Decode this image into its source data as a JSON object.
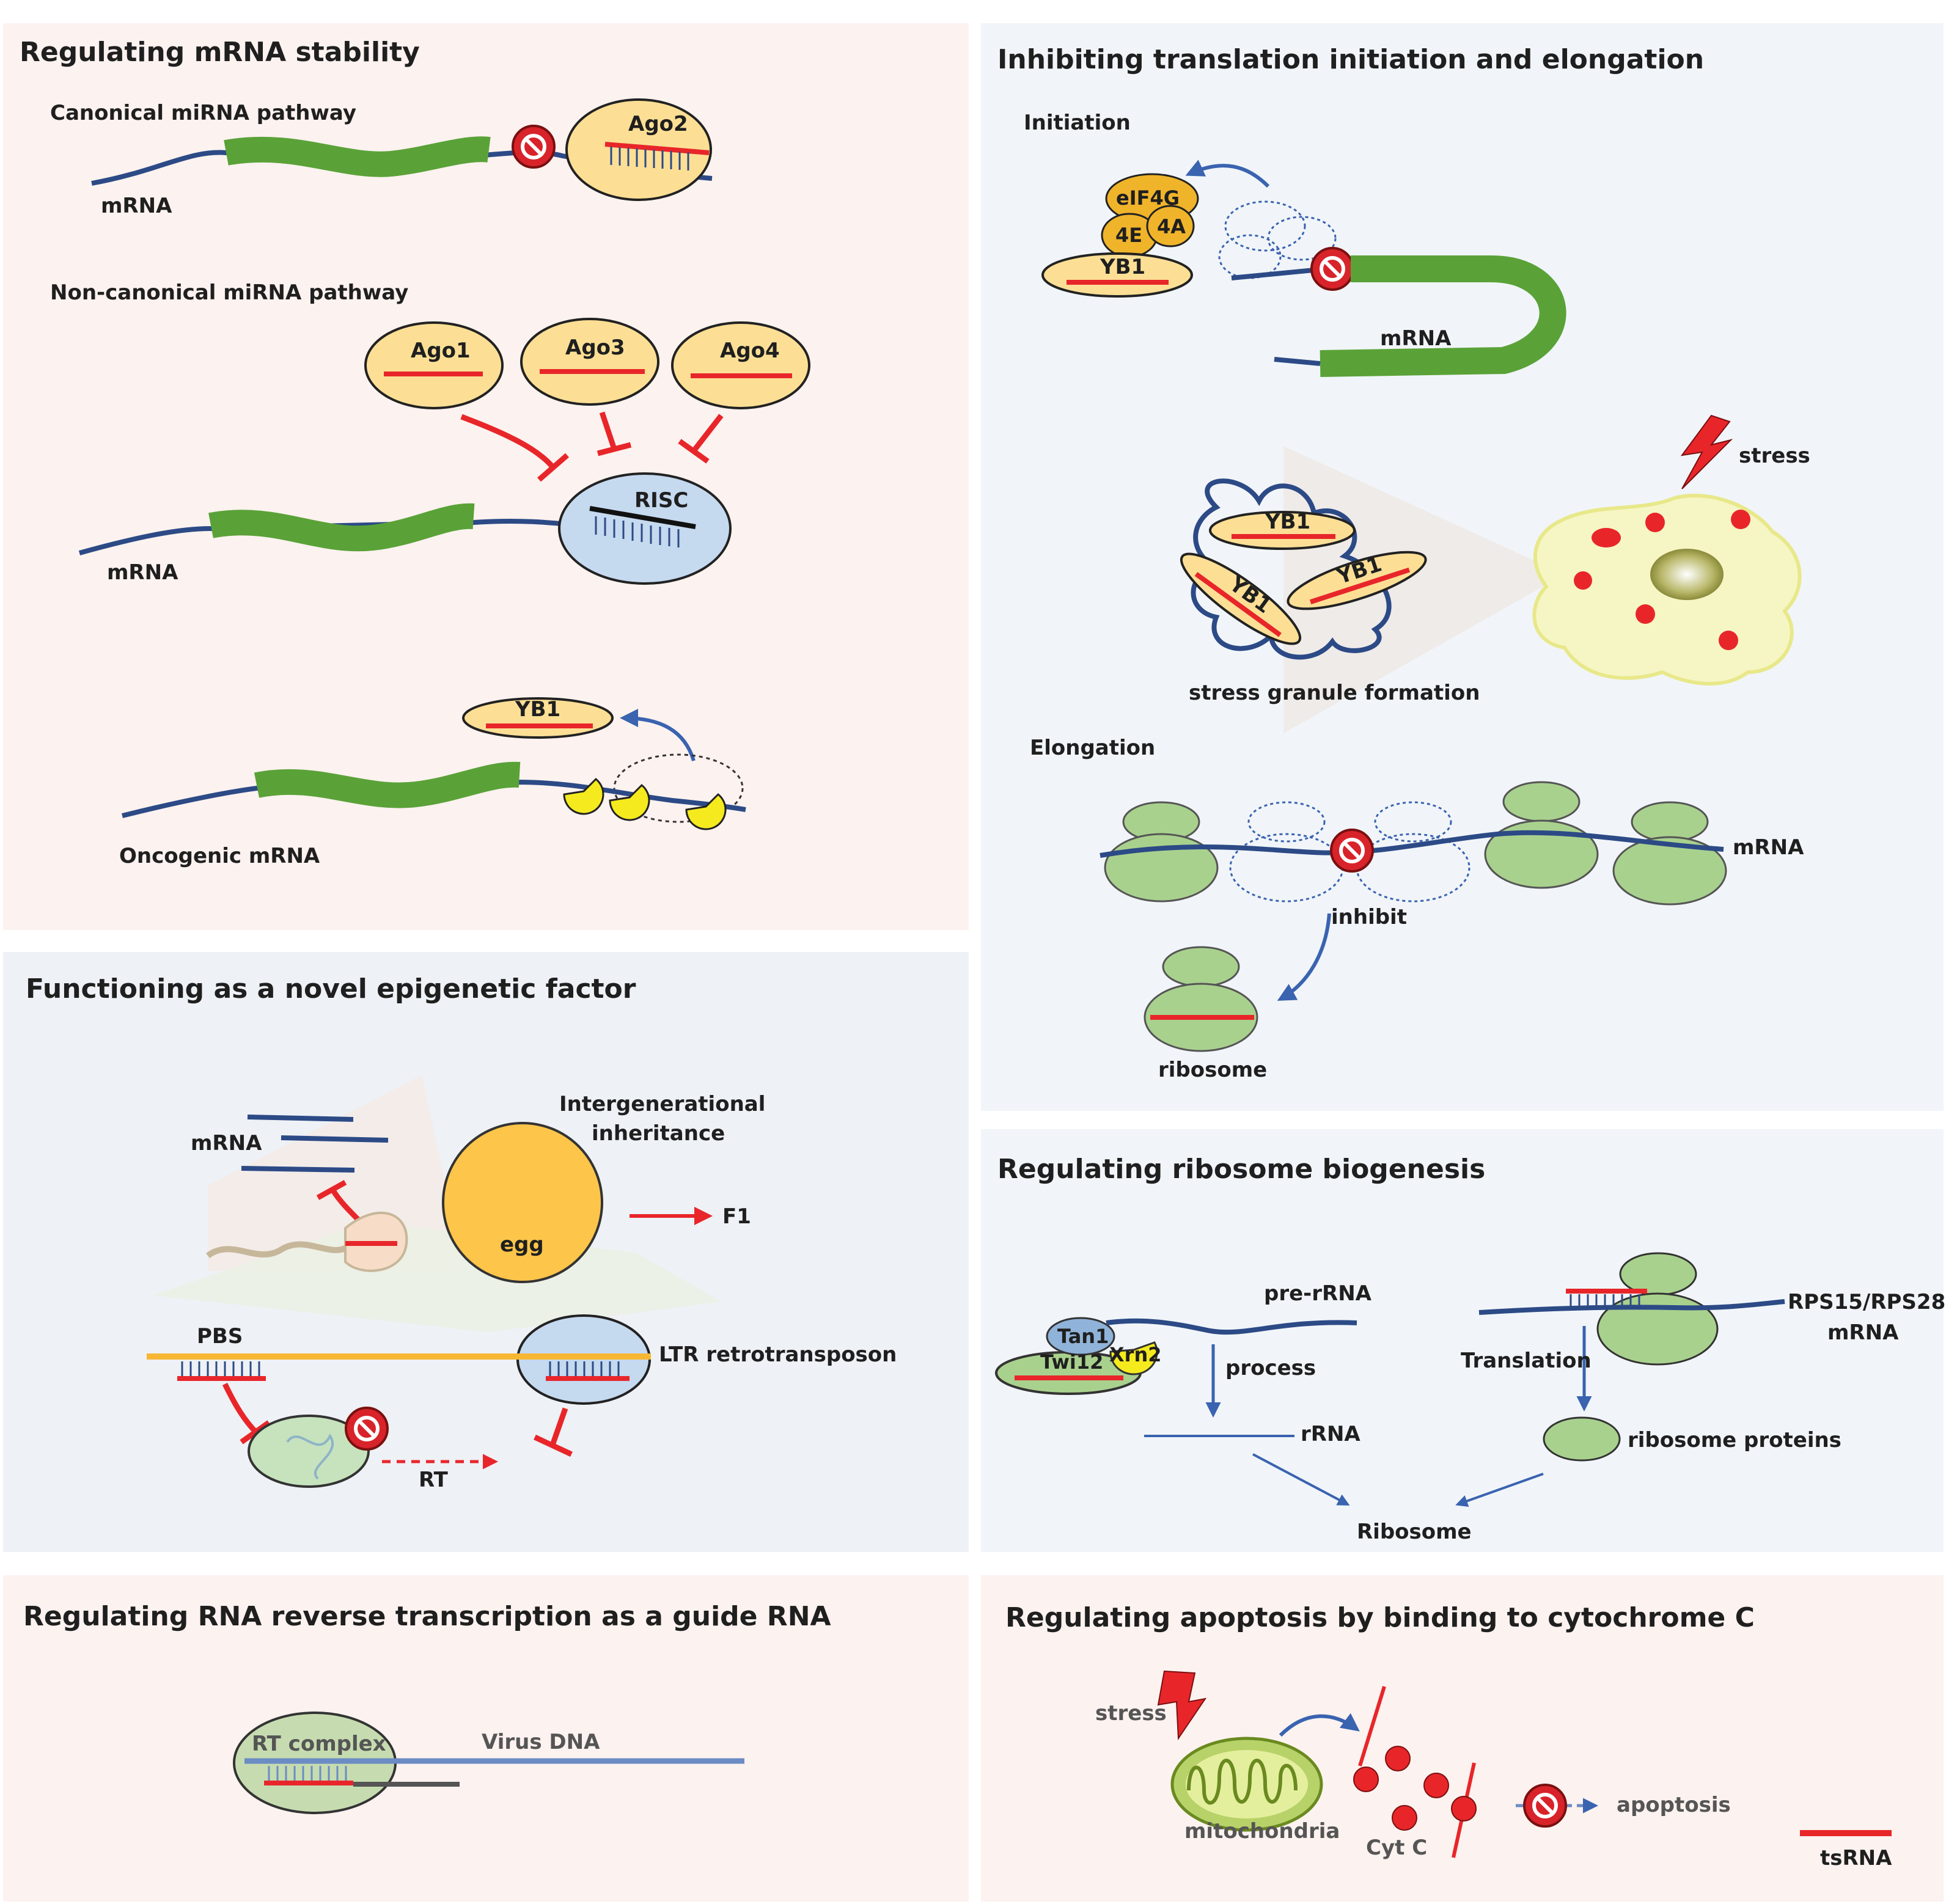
{
  "colors": {
    "panel_pink": "#fcf2ef",
    "panel_blue": "#f1f5f9",
    "panel_gray": "#eef1f5",
    "mrna_blue": "#2c4a86",
    "gene_green": "#5aa238",
    "tsrna_red": "#e8262a",
    "protein_yellow": "#fcdf95",
    "complex_orange": "#f0b42b",
    "risc_blue": "#c5d9ef",
    "ribosome_green": "#a9d18e"
  },
  "panel1": {
    "title": "Regulating mRNA stability",
    "canonical": "Canonical miRNA pathway",
    "mrna": "mRNA",
    "ago2": "Ago2",
    "noncanonical": "Non-canonical miRNA pathway",
    "ago1": "Ago1",
    "ago3": "Ago3",
    "ago4": "Ago4",
    "risc": "RISC",
    "mrna2": "mRNA",
    "yb1": "YB1",
    "oncogenic": "Oncogenic mRNA"
  },
  "panel2": {
    "title": "Inhibiting translation initiation and elongation",
    "initiation": "Initiation",
    "eif4g": "eIF4G",
    "e4e": "4E",
    "a4a": "4A",
    "yb1": "YB1",
    "mrna": "mRNA",
    "stress": "stress",
    "sg_yb1": "YB1",
    "sg_formation": "stress granule formation",
    "elongation": "Elongation",
    "mrna2": "mRNA",
    "inhibit": "inhibit",
    "ribosome": "ribosome"
  },
  "panel3": {
    "title": "Functioning as a novel epigenetic factor",
    "mrna": "mRNA",
    "inter1": "Intergenerational",
    "inter2": "inheritance",
    "egg": "egg",
    "f1": "F1",
    "pbs": "PBS",
    "ltr": "LTR retrotransposon",
    "rt": "RT"
  },
  "panel4": {
    "title": "Regulating ribosome biogenesis",
    "prerrna": "pre-rRNA",
    "tan1": "Tan1",
    "xrn2": "Xrn2",
    "twi12": "Twi12",
    "process": "process",
    "rrna": "rRNA",
    "rps": "RPS15/RPS28",
    "rps_mrna": "mRNA",
    "translation": "Translation",
    "ribo_proteins": "ribosome proteins",
    "ribosome": "Ribosome"
  },
  "panel5": {
    "title": "Regulating RNA reverse transcription as a guide RNA",
    "rt_complex": "RT complex",
    "virus_dna": "Virus DNA"
  },
  "panel6": {
    "title": "Regulating apoptosis by binding to cytochrome C",
    "stress": "stress",
    "mitochondria": "mitochondria",
    "cytc": "Cyt C",
    "apoptosis": "apoptosis",
    "tsrna": "tsRNA"
  }
}
